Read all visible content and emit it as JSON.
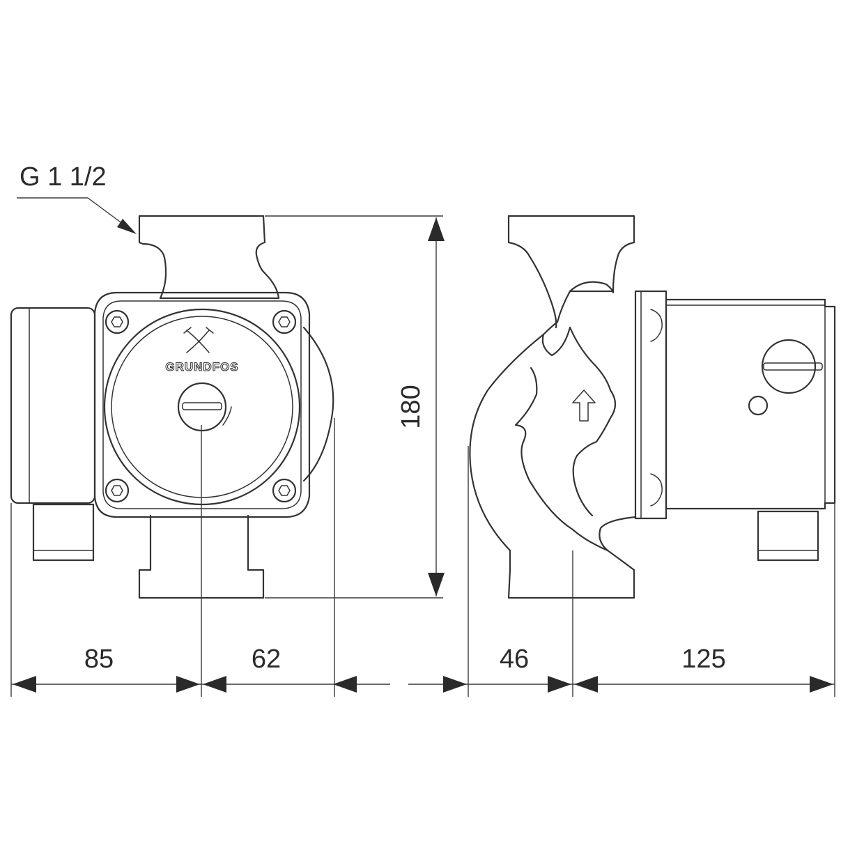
{
  "thread_label": "G 1 1/2",
  "brand": "GRUNDFOS",
  "dimensions": {
    "height": "180",
    "width_a": "85",
    "width_b": "62",
    "width_c": "46",
    "width_d": "125"
  }
}
